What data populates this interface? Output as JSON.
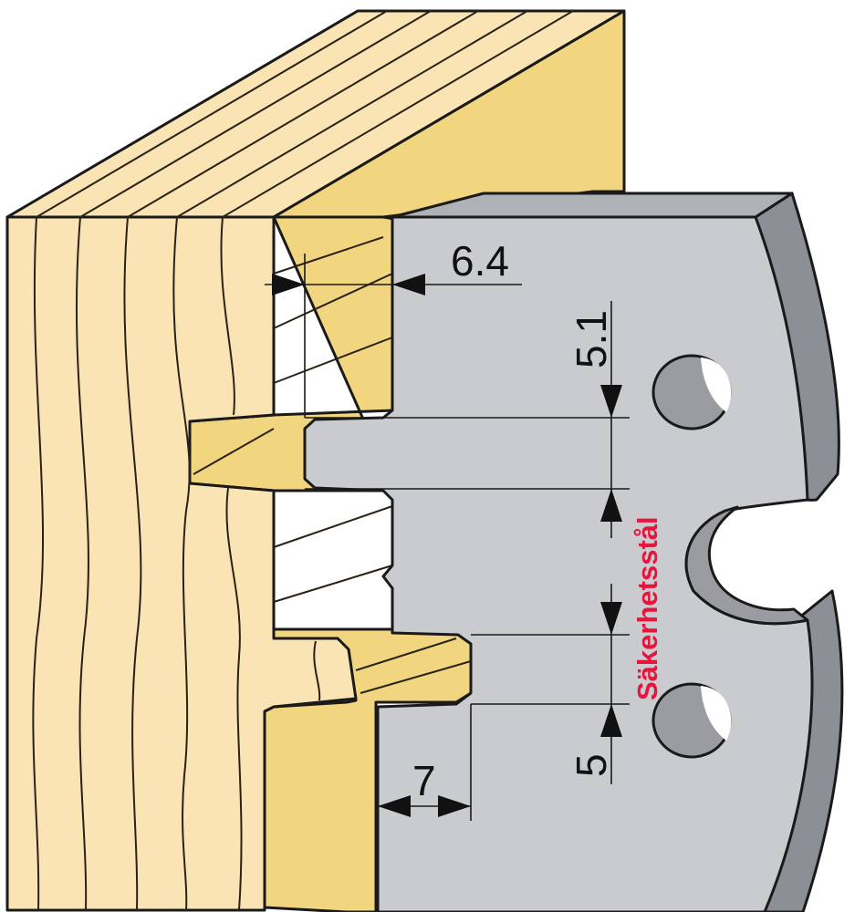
{
  "dimensions": {
    "depth_top": "6.4",
    "slot_height_upper": "5.1",
    "slot_height_lower": "5",
    "depth_bottom": "7"
  },
  "brand": {
    "label": "Säkerhetsstål",
    "color": "#e8143c"
  },
  "colors": {
    "wood_face": "#fae4b4",
    "wood_end": "#f1d67f",
    "steel_face": "#c9cbcf",
    "steel_edge": "#8c8f96",
    "steel_hole": "#9a9ca2"
  }
}
